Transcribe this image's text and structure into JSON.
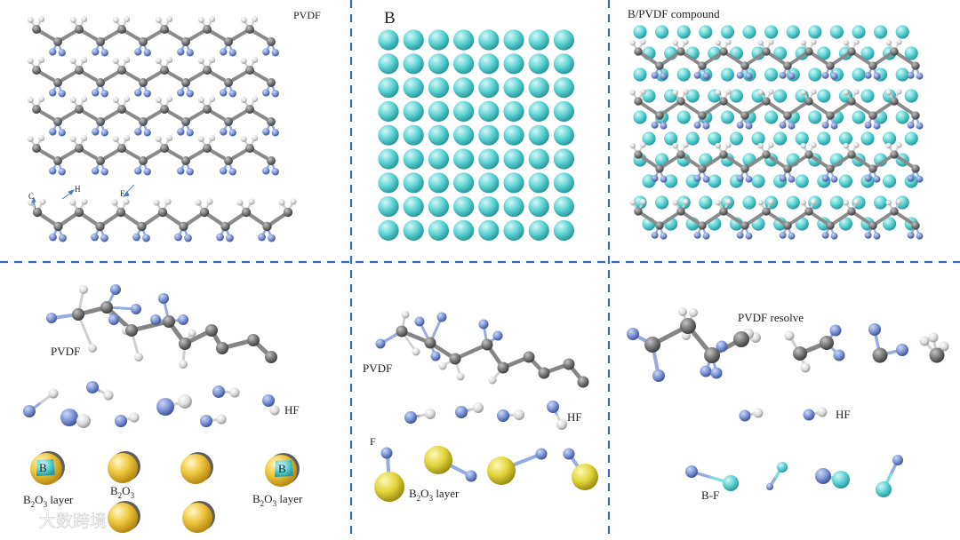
{
  "colors": {
    "carbon": "#7a7a7a",
    "hydrogen": "#e4e4e4",
    "fluorine": "#7f96d6",
    "boron": "#5ed4d4",
    "b2o3": "#f0c840",
    "oxygen_yellow": "#e2d43a",
    "divider": "#3d6bb3"
  },
  "panels": {
    "pvdf": {
      "title": "PVDF",
      "legend": {
        "c": "C",
        "h": "H",
        "f": "F"
      }
    },
    "boron": {
      "title": "B"
    },
    "compound": {
      "title": "B/PVDF compound"
    },
    "decomp1": {
      "pvdf_label": "PVDF",
      "hf_label": "HF",
      "b2o3_layer_left": {
        "pre": "B",
        "sub": "2",
        "mid": "O",
        "sub2": "3",
        "post": " layer"
      },
      "b2o3_mid": {
        "pre": "B",
        "sub": "2",
        "mid": "O",
        "sub2": "3",
        "post": ""
      },
      "b2o3_layer_right": {
        "pre": "B",
        "sub": "2",
        "mid": "O",
        "sub2": "3",
        "post": " layer"
      },
      "core_letter": "B"
    },
    "decomp2": {
      "pvdf_label": "PVDF",
      "hf_label": "HF",
      "f_label": "F",
      "b2o3_layer": {
        "pre": "B",
        "sub": "2",
        "mid": "O",
        "sub2": "3",
        "post": " layer"
      }
    },
    "decomp3": {
      "resolve_label": "PVDF resolve",
      "hf_label": "HF",
      "bf_label": "B-F"
    }
  },
  "watermark": "大数跨境"
}
